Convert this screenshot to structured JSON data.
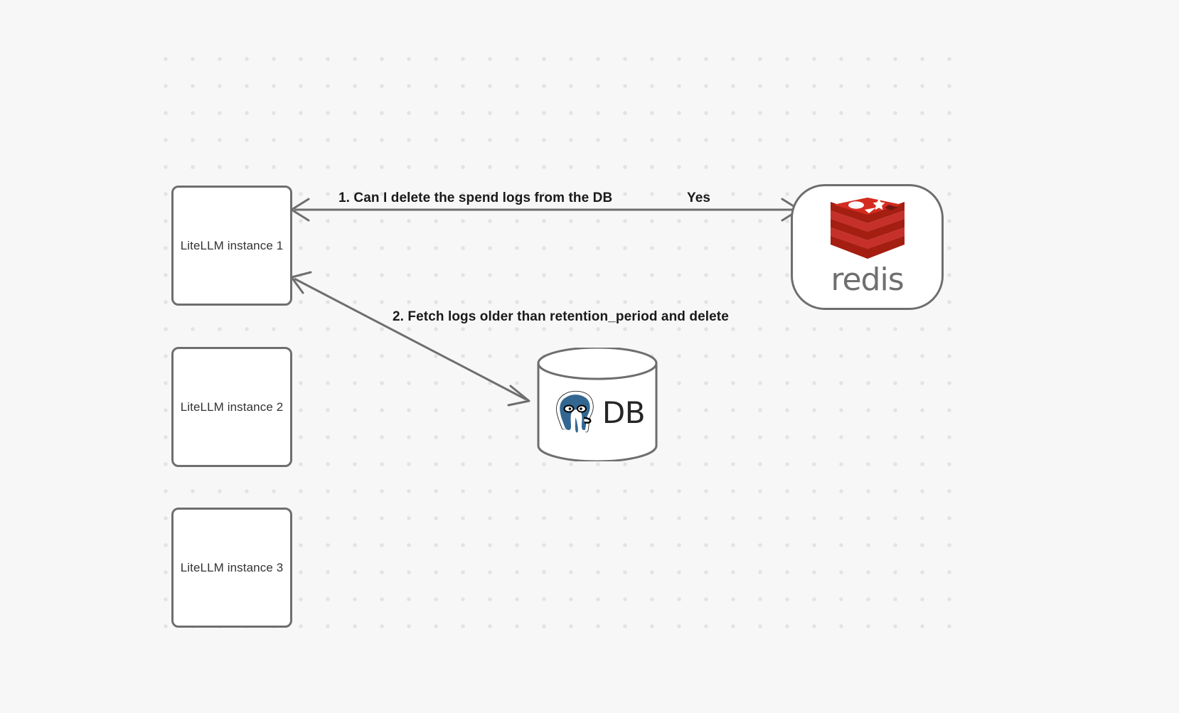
{
  "diagram": {
    "type": "flow-diagram",
    "background_color": "#f7f7f7",
    "grid": "dotted",
    "nodes": [
      {
        "id": "litellm-1",
        "label": "LiteLLM instance 1"
      },
      {
        "id": "litellm-2",
        "label": "LiteLLM instance 2"
      },
      {
        "id": "litellm-3",
        "label": "LiteLLM instance 3"
      },
      {
        "id": "redis",
        "label": "redis",
        "logo": "redis-logo-icon",
        "brand_color": "#c6302b"
      },
      {
        "id": "db",
        "label": "DB",
        "logo": "postgresql-elephant-icon",
        "brand_color": "#336791"
      }
    ],
    "edges": [
      {
        "id": "edge-1",
        "from": "litellm-1",
        "to": "redis",
        "label": "1.  Can I delete the spend logs from the DB",
        "reply_label": "Yes",
        "direction": "bidirectional"
      },
      {
        "id": "edge-2",
        "from": "db",
        "to": "litellm-1",
        "label": "2.  Fetch logs older than retention_period and delete",
        "direction": "bidirectional"
      }
    ]
  },
  "colors": {
    "node_border": "#6e6e6e",
    "node_fill": "#ffffff",
    "edge_stroke": "#6e6e6e",
    "label_text": "#1a1a1a",
    "node_text": "#333333",
    "redis_red": "#c6302b",
    "redis_red_dark": "#a41e11",
    "postgres_blue": "#336791",
    "grid_dot": "#e3e3e3"
  }
}
